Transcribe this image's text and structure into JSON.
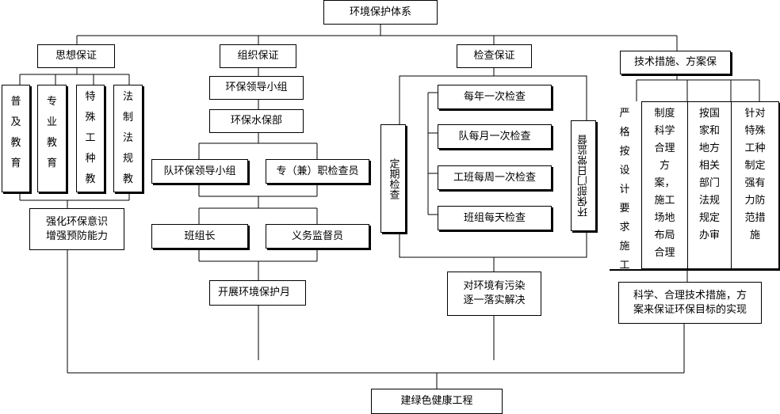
{
  "title": "环境保护体系",
  "sections": {
    "thought": {
      "label": "思想保证",
      "items": [
        "普及教育",
        "专业教育",
        "特殊工种教育",
        "法制法规教育"
      ],
      "result": "强化环保意识\n增强预防能力"
    },
    "organization": {
      "label": "组织保证",
      "leader": "环保领导小组",
      "water_dept": "环保水保部",
      "team_leader_group": "队环保领导小组",
      "inspector": "专（兼）职检查员",
      "squad_leader": "班组长",
      "supervisor": "义务监督员",
      "result": "开展环境保护月"
    },
    "inspection": {
      "label": "检查保证",
      "left_vertical": "定期检查",
      "right_vertical": "环保部门日常监督",
      "checks": [
        "每年一次检查",
        "队每月一次检查",
        "工班每周一次检查",
        "班组每天检查"
      ],
      "result": "对环境有污染\n逐一落实解决"
    },
    "technical": {
      "label": "技术措施、方案保",
      "columns": [
        "严格按设计要求施工",
        "制度科学合理方案，施工场地布局合理",
        "按国家和地方相关部门法规规定办审",
        "针对特殊工种制定强有力防范措施"
      ],
      "result": "科学、合理技术措施，方\n案来保证环保目标的实现"
    }
  },
  "goal": "建绿色健康工程"
}
